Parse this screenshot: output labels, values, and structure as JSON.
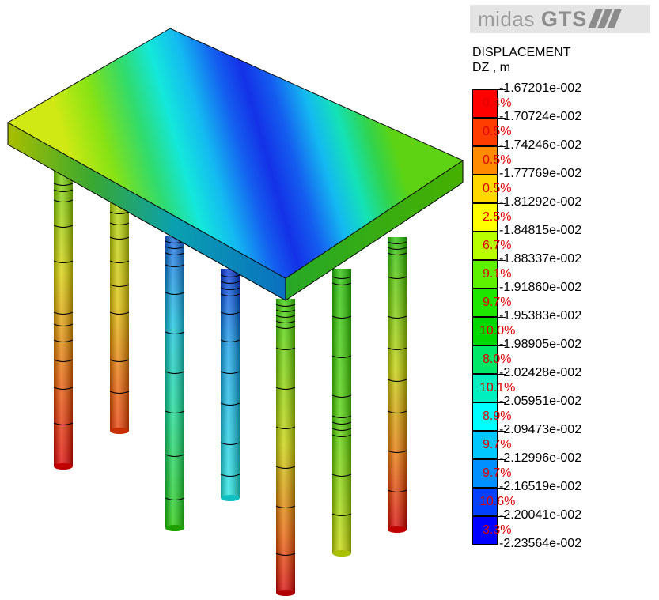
{
  "logo": {
    "word": "midas",
    "product": "GTS"
  },
  "legend": {
    "title": "DISPLACEMENT",
    "unit": "DZ , m",
    "values": [
      "-1.67201e-002",
      "-1.70724e-002",
      "-1.74246e-002",
      "-1.77769e-002",
      "-1.81292e-002",
      "-1.84815e-002",
      "-1.88337e-002",
      "-1.91860e-002",
      "-1.95383e-002",
      "-1.98905e-002",
      "-2.02428e-002",
      "-2.05951e-002",
      "-2.09473e-002",
      "-2.12996e-002",
      "-2.16519e-002",
      "-2.20041e-002",
      "-2.23564e-002"
    ],
    "bands": [
      {
        "pct": "0.4%",
        "color": "#ff0000"
      },
      {
        "pct": "0.5%",
        "color": "#ff3d00"
      },
      {
        "pct": "0.5%",
        "color": "#ff8c00"
      },
      {
        "pct": "0.5%",
        "color": "#ffd800"
      },
      {
        "pct": "2.5%",
        "color": "#ffff00"
      },
      {
        "pct": "6.7%",
        "color": "#b8ff00"
      },
      {
        "pct": "9.1%",
        "color": "#5ef200"
      },
      {
        "pct": "9.7%",
        "color": "#1ee600"
      },
      {
        "pct": "10.0%",
        "color": "#00d800"
      },
      {
        "pct": "8.0%",
        "color": "#00e868"
      },
      {
        "pct": "10.1%",
        "color": "#00f0c0"
      },
      {
        "pct": "8.9%",
        "color": "#00ffff"
      },
      {
        "pct": "9.7%",
        "color": "#00c8ff"
      },
      {
        "pct": "9.7%",
        "color": "#0090ff"
      },
      {
        "pct": "10.6%",
        "color": "#0040ff"
      },
      {
        "pct": "3.3%",
        "color": "#0000ff"
      }
    ]
  }
}
